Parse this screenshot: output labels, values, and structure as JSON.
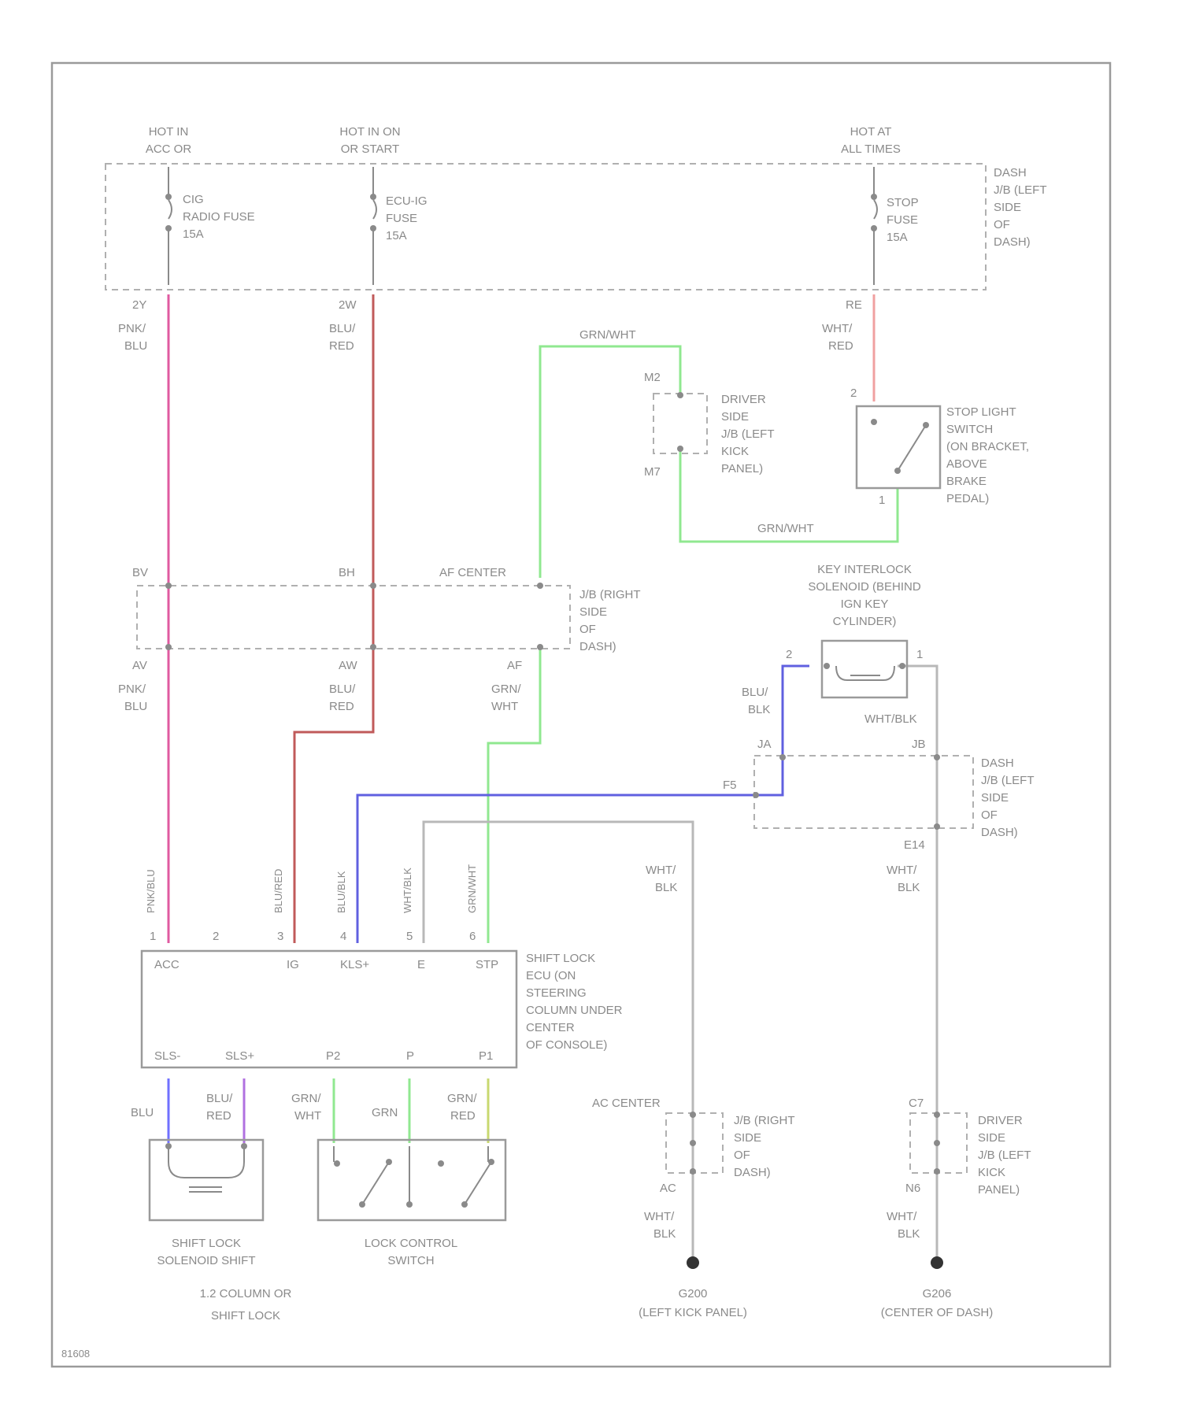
{
  "colors": {
    "pnk_blu": "#e05aa0",
    "blu_red": "#c05a5a",
    "grn_wht": "#90e890",
    "wht_red": "#f0a0a0",
    "blu_blk": "#6060e0",
    "wht_blk": "#b8b8b8",
    "blu": "#7070ff",
    "blu_red_lower": "#b070e0",
    "grn": "#90e890",
    "grn_red": "#c8d870",
    "outline": "#9a9a9a",
    "text": "#8a8a8a"
  },
  "fuse_box": {
    "feed1": [
      "HOT IN",
      "ACC OR"
    ],
    "feed2": [
      "HOT IN ON",
      "OR START"
    ],
    "feed3": [
      "HOT AT",
      "ALL TIMES"
    ],
    "fuse1": [
      "CIG",
      "RADIO FUSE",
      "15A"
    ],
    "fuse2": [
      "ECU-IG",
      "FUSE",
      "15A"
    ],
    "fuse3": [
      "STOP",
      "FUSE",
      "15A"
    ],
    "location": [
      "DASH",
      "J/B (LEFT",
      "SIDE",
      "OF",
      "DASH)"
    ]
  },
  "pins": {
    "p_2y": "2Y",
    "p_2w": "2W",
    "p_rf": "RE",
    "p_m2": "M2",
    "p_m7": "M7",
    "p_2": "2",
    "p_1": "1",
    "p_bv": "BV",
    "p_bh": "BH",
    "p_af_center": "AF CENTER",
    "p_av": "AV",
    "p_aw": "AW",
    "p_af": "AF",
    "p_ja": "JA",
    "p_jb": "JB",
    "p_f5": "F5",
    "p_e14": "E14",
    "p_ac_center": "AC CENTER",
    "p_ac": "AC",
    "p_c7": "C7",
    "p_n6": "N6",
    "ecu_pin_nums": [
      "1",
      "2",
      "3",
      "4",
      "5",
      "6"
    ],
    "p_key_2": "2",
    "p_key_1": "1"
  },
  "wire_labels": {
    "pnk_blu_top": [
      "PNK/",
      "BLU"
    ],
    "blu_red_top": [
      "BLU/",
      "RED"
    ],
    "wht_red": [
      "WHT/",
      "RED"
    ],
    "grn_wht_top": "GRN/WHT",
    "grn_wht_mid": "GRN/WHT",
    "pnk_blu_mid": [
      "PNK/",
      "BLU"
    ],
    "blu_red_mid": [
      "BLU/",
      "RED"
    ],
    "grn_wht_af": [
      "GRN/",
      "WHT"
    ],
    "blu_blk_key": [
      "BLU/",
      "BLK"
    ],
    "wht_blk_key": "WHT/BLK",
    "wht_blk_mid": [
      "WHT/",
      "BLK"
    ],
    "wht_blk_right": [
      "WHT/",
      "BLK"
    ],
    "v_pnk_blu": "PNK/BLU",
    "v_blu_red": "BLU/RED",
    "v_blu_blk": "BLU/BLK",
    "v_wht_blk": "WHT/BLK",
    "v_grn_wht": "GRN/WHT",
    "blu": "BLU",
    "blu_red_sol": [
      "BLU/",
      "RED"
    ],
    "grn_wht_lcs": [
      "GRN/",
      "WHT"
    ],
    "grn": "GRN",
    "grn_red": [
      "GRN/",
      "RED"
    ],
    "wht_blk_g1": [
      "WHT/",
      "BLK"
    ],
    "wht_blk_g2": [
      "WHT/",
      "BLK"
    ]
  },
  "components": {
    "driver_jb_top": [
      "DRIVER",
      "SIDE",
      "J/B (LEFT",
      "KICK",
      "PANEL)"
    ],
    "stop_light": [
      "STOP LIGHT",
      "SWITCH",
      "(ON BRACKET,",
      "ABOVE",
      "BRAKE",
      "PEDAL)"
    ],
    "jb_right_mid": [
      "J/B (RIGHT",
      "SIDE",
      "OF",
      "DASH)"
    ],
    "key_interlock": [
      "KEY INTERLOCK",
      "SOLENOID (BEHIND",
      "IGN KEY",
      "CYLINDER)"
    ],
    "dash_jb_mid": [
      "DASH",
      "J/B (LEFT",
      "SIDE",
      "OF",
      "DASH)"
    ],
    "ecu_terms_top": [
      "ACC",
      "IG",
      "KLS+",
      "E",
      "STP"
    ],
    "ecu_terms_bottom": [
      "SLS-",
      "SLS+",
      "P2",
      "P",
      "P1"
    ],
    "ecu_label": [
      "SHIFT LOCK",
      "ECU (ON",
      "STEERING",
      "COLUMN UNDER",
      "CENTER",
      "OF CONSOLE)"
    ],
    "jb_right_low": [
      "J/B (RIGHT",
      "SIDE",
      "OF",
      "DASH)"
    ],
    "driver_jb_low": [
      "DRIVER",
      "SIDE",
      "J/B (LEFT",
      "KICK",
      "PANEL)"
    ],
    "shift_sol": [
      "SHIFT LOCK",
      "SOLENOID SHIFT"
    ],
    "lock_switch": [
      "LOCK CONTROL",
      "SWITCH"
    ],
    "bottom_note": [
      "1.2 COLUMN OR",
      "SHIFT LOCK"
    ],
    "ground1": [
      "G200",
      "(LEFT KICK PANEL)"
    ],
    "ground2": [
      "G206",
      "(CENTER OF DASH)"
    ],
    "fig_id": "81608"
  }
}
